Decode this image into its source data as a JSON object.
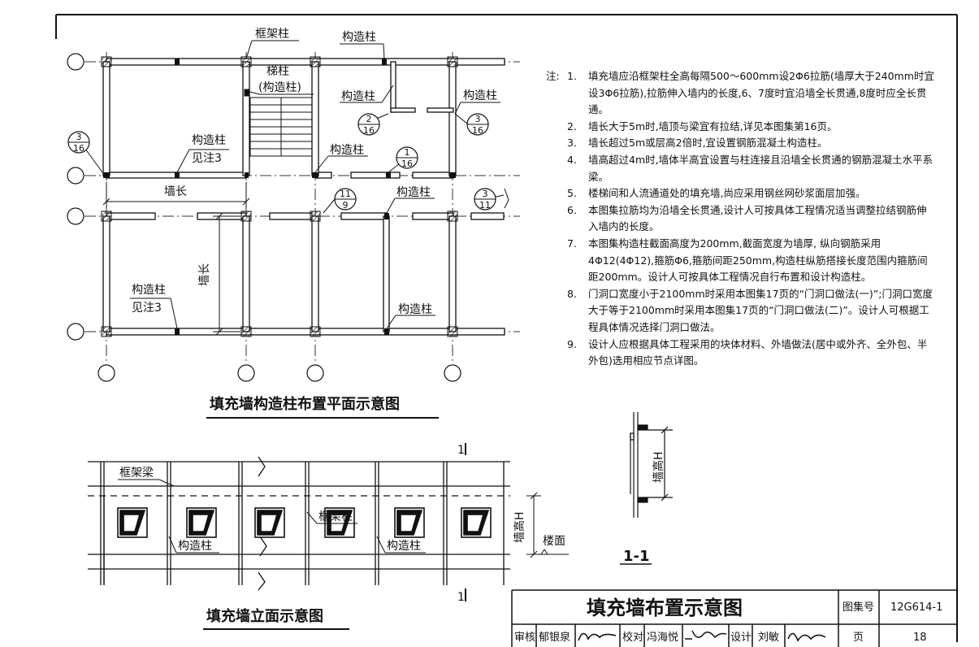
{
  "plan": {
    "title": "填充墙构造柱布置平面示意图",
    "labels": {
      "frame_column": "框架柱",
      "constructional_column": "构造柱",
      "stair_column_line1": "梯柱",
      "stair_column_line2": "(构造柱)",
      "see_note_3": "见注3",
      "wall_length": "墙长"
    },
    "detail_refs": [
      {
        "num": "3",
        "den": "16"
      },
      {
        "num": "2",
        "den": "16"
      },
      {
        "num": "3",
        "den": "16"
      },
      {
        "num": "1",
        "den": "16"
      },
      {
        "num": "11",
        "den": "9"
      },
      {
        "num": "3",
        "den": "11"
      }
    ]
  },
  "elevation": {
    "title": "填充墙立面示意图",
    "labels": {
      "frame_beam": "框架梁",
      "frame_column": "框架柱",
      "constructional_column": "构造柱",
      "floor": "楼面",
      "wall_height": "墙高H",
      "section_mark": "1"
    }
  },
  "section": {
    "title": "1-1",
    "wall_height": "墙高H"
  },
  "notes": {
    "prefix": "注:",
    "items": [
      {
        "n": "1.",
        "text": "填充墙应沿框架柱全高每隔500～600mm设2Φ6拉筋(墙厚大于240mm时宜设3Φ6拉筋),拉筋伸入墙内的长度,6、7度时宜沿墙全长贯通,8度时应全长贯通。"
      },
      {
        "n": "2.",
        "text": "墙长大于5m时,墙顶与梁宜有拉结,详见本图集第16页。"
      },
      {
        "n": "3.",
        "text": "墙长超过5m或层高2倍时,宜设置钢筋混凝土构造柱。"
      },
      {
        "n": "4.",
        "text": "墙高超过4m时,墙体半高宜设置与柱连接且沿墙全长贯通的钢筋混凝土水平系梁。"
      },
      {
        "n": "5.",
        "text": "楼梯间和人流通道处的填充墙,尚应采用钢丝网砂浆面层加强。"
      },
      {
        "n": "6.",
        "text": "本图集拉筋均为沿墙全长贯通,设计人可按具体工程情况适当调整拉结钢筋伸入墙内的长度。"
      },
      {
        "n": "7.",
        "text": "本图集构造柱截面高度为200mm,截面宽度为墙厚, 纵向钢筋采用4Φ12(4Φ12),箍筋Φ6,箍筋间距250mm,构造柱纵筋搭接长度范围内箍筋间距200mm。设计人可按具体工程情况自行布置和设计构造柱。"
      },
      {
        "n": "8.",
        "text": "门洞口宽度小于2100mm时采用本图集17页的“门洞口做法(一)”;门洞口宽度大于等于2100mm时采用本图集17页的“门洞口做法(二)”。设计人可根据工程具体情况选择门洞口做法。"
      },
      {
        "n": "9.",
        "text": "设计人应根据具体工程采用的块体材料、外墙做法(居中或外齐、全外包、半外包)选用相应节点详图。"
      }
    ]
  },
  "title_block": {
    "title": "填充墙布置示意图",
    "atlas_label": "图集号",
    "atlas_no": "12G614-1",
    "review_label": "审核",
    "review_name": "郁银泉",
    "check_label": "校对",
    "check_name": "冯海悦",
    "design_label": "设计",
    "design_name": "刘敏",
    "page_label": "页",
    "page_no": "18"
  }
}
